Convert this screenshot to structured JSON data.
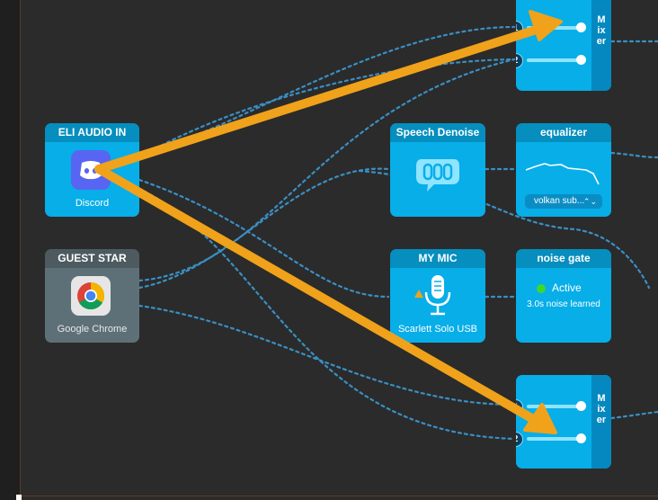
{
  "colors": {
    "node": "#07aee8",
    "node_grey": "#5e7077",
    "arrow": "#f0a21b",
    "wire": "#4aaee0",
    "active": "#3bd92c"
  },
  "nodes": {
    "eli": {
      "title": "ELI AUDIO IN",
      "app": "Discord"
    },
    "guest": {
      "title": "GUEST STAR",
      "app": "Google Chrome"
    },
    "denoise": {
      "title": "Speech Denoise"
    },
    "equalizer": {
      "title": "equalizer",
      "preset": "volkan sub..."
    },
    "mymic": {
      "title": "MY MIC",
      "device": "Scarlett Solo USB"
    },
    "gate": {
      "title": "noise gate",
      "status": "Active",
      "detail": "3.0s noise learned"
    },
    "mixer_top": {
      "label": "Mixer",
      "inputs": [
        "1",
        "2"
      ]
    },
    "mixer_bottom": {
      "label": "Mixer",
      "inputs": [
        "1",
        "2"
      ]
    }
  }
}
